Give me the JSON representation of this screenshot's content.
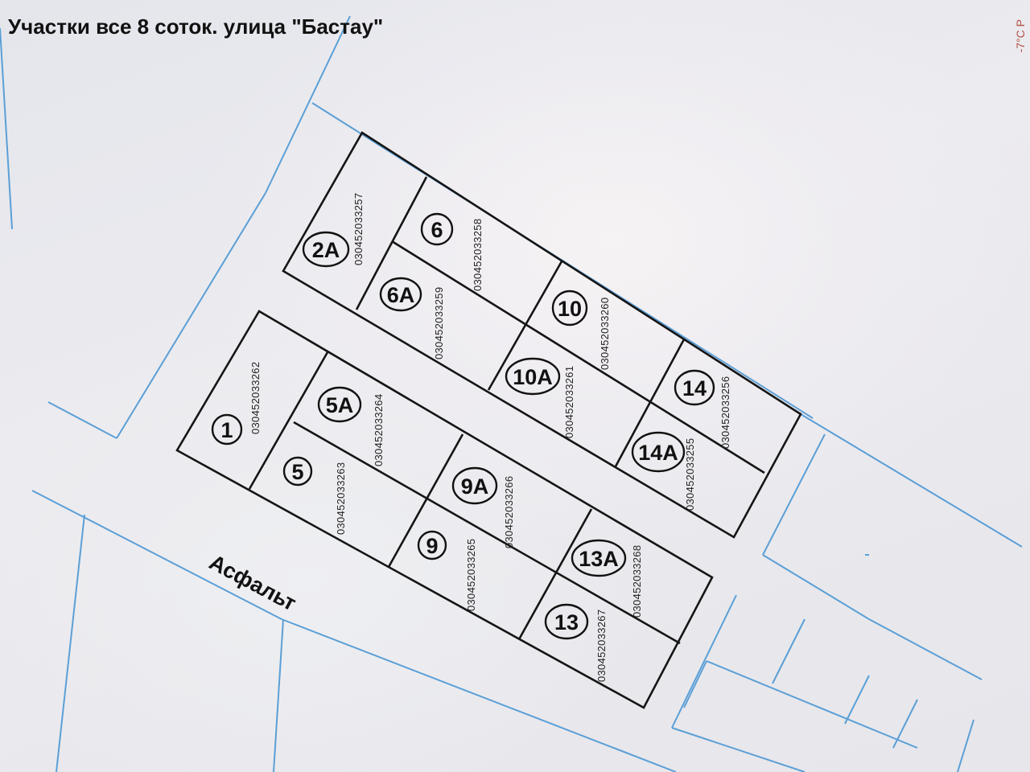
{
  "title": "Участки все 8 соток. улица \"Бастау\"",
  "corner_text": "-7°C P",
  "street_label": "Асфальт",
  "plots": [
    {
      "id": "2A",
      "label": "2А",
      "cadastral": "030452033257"
    },
    {
      "id": "6",
      "label": "6",
      "cadastral": "030452033258"
    },
    {
      "id": "6A",
      "label": "6А",
      "cadastral": "030452033259"
    },
    {
      "id": "10",
      "label": "10",
      "cadastral": "030452033260"
    },
    {
      "id": "10A",
      "label": "10А",
      "cadastral": "030452033261"
    },
    {
      "id": "14",
      "label": "14",
      "cadastral": "030452033256"
    },
    {
      "id": "14A",
      "label": "14А",
      "cadastral": "030452033255"
    },
    {
      "id": "1",
      "label": "1",
      "cadastral": "030452033262"
    },
    {
      "id": "5A",
      "label": "5А",
      "cadastral": "030452033264"
    },
    {
      "id": "5",
      "label": "5",
      "cadastral": "030452033263"
    },
    {
      "id": "9A",
      "label": "9А",
      "cadastral": "030452033266"
    },
    {
      "id": "9",
      "label": "9",
      "cadastral": "030452033265"
    },
    {
      "id": "13A",
      "label": "13А",
      "cadastral": "030452033268"
    },
    {
      "id": "13",
      "label": "13",
      "cadastral": "030452033267"
    }
  ]
}
